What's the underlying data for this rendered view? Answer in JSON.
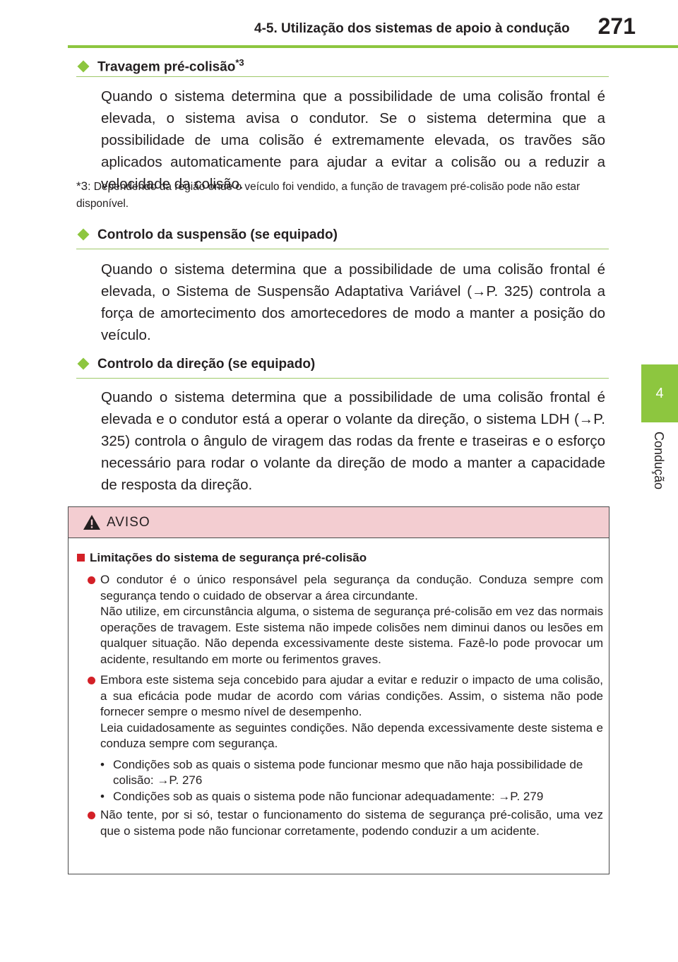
{
  "header": {
    "title": "4-5. Utilização dos sistemas de apoio à condução",
    "page_number": "271"
  },
  "side_tab": {
    "number": "4",
    "label": "Condução"
  },
  "sections": [
    {
      "heading": "Travagem pré-colisão",
      "heading_sup": "*3",
      "text": "Quando o sistema determina que a possibilidade de uma colisão frontal é elevada, o sistema avisa o condutor. Se o sistema determina que a possibilidade de uma colisão é extremamente elevada, os travões são aplicados automaticamente para ajudar a evitar a colisão ou a reduzir a velocidade da colisão."
    },
    {
      "heading": "Controlo da suspensão (se equipado)",
      "text": "Quando o sistema determina que a possibilidade de uma colisão frontal é elevada, o Sistema de Suspensão Adaptativa Variável (→P. 325) controla a força de amortecimento dos amortecedores de modo a manter a posição do veículo."
    },
    {
      "heading": "Controlo da direção (se equipado)",
      "text": "Quando o sistema determina que a possibilidade de uma colisão frontal é elevada e o condutor está a operar o volante da direção, o sistema LDH (→P. 325) controla o ângulo de viragem das rodas da frente e traseiras e o esforço necessário para rodar o volante da direção de modo a manter a capacidade de resposta da direção."
    }
  ],
  "footnote": {
    "mark": "*3",
    "text": ": Dependendo da região onde o veículo foi vendido, a função de travagem pré-colisão pode não estar disponível."
  },
  "warning": {
    "title": "AVISO",
    "subheading": "Limitações do sistema de segurança pré-colisão",
    "bullets": [
      {
        "p1": "O condutor é o único responsável pela segurança da condução. Conduza sempre com segurança tendo o cuidado de observar a área circundante.",
        "p2": "Não utilize, em circunstância alguma, o sistema de segurança pré-colisão em vez das normais operações de travagem. Este sistema não impede colisões nem diminui danos ou lesões em qualquer situação. Não dependa excessivamente deste sistema. Fazê-lo pode provocar um acidente, resultando em morte ou ferimentos graves."
      },
      {
        "p1": "Embora este sistema seja concebido para ajudar a evitar e reduzir o impacto de uma colisão, a sua eficácia pode mudar de acordo com várias condições. Assim, o sistema não pode fornecer sempre o mesmo nível de desempenho.",
        "p2": "Leia cuidadosamente as seguintes condições. Não dependa excessivamente deste sistema e conduza sempre com segurança."
      },
      {
        "p1": "Não tente, por si só, testar o funcionamento do sistema de segurança pré-colisão, uma vez que o sistema pode não funcionar corretamente, podendo conduzir a um acidente."
      }
    ],
    "subitems": [
      "Condições sob as quais o sistema pode funcionar mesmo que não haja possibilidade de colisão: →P. 276",
      "Condições sob as quais o sistema pode não funcionar adequadamente: →P. 279"
    ]
  }
}
